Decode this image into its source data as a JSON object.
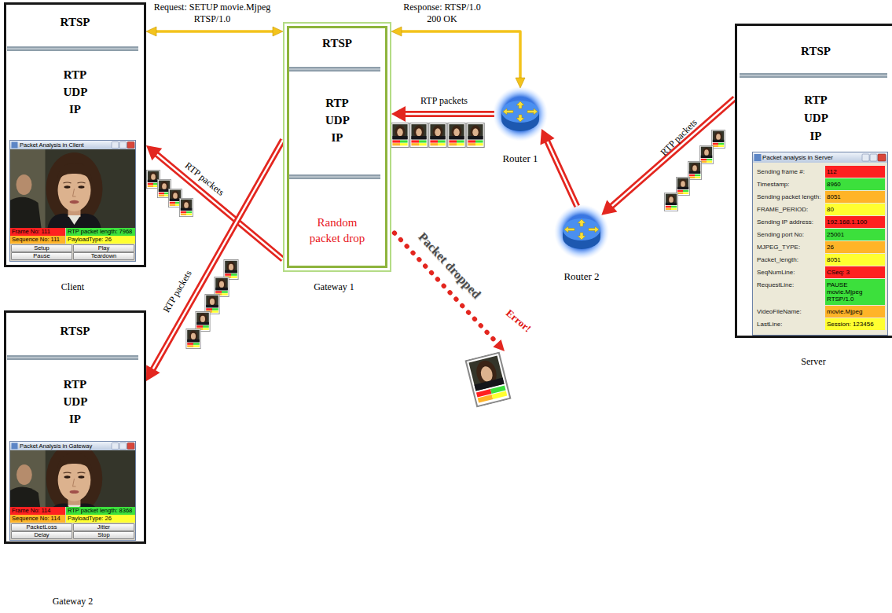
{
  "diagram": {
    "nodes": [
      {
        "text": [
          "RTSP",
          "RTP UDP IP",
          "Client"
        ]
      },
      {
        "text": [
          "Packet Analysis in Client"
        ],
        "in": 0
      },
      {
        "text": [
          "Setup"
        ],
        "in": 1
      },
      {
        "text": [
          "Play"
        ],
        "in": 1
      },
      {
        "text": [
          "Pause"
        ],
        "in": 1
      },
      {
        "text": [
          "Teardown"
        ],
        "in": 1
      },
      {
        "text": [
          "RTSP",
          "RTP UDP IP",
          "Random packet drop",
          "Gateway 1"
        ]
      },
      {
        "text": [
          "Router 1"
        ]
      },
      {
        "text": [
          "Router 2"
        ]
      },
      {
        "text": [
          "RTSP",
          "RTP UDP IP",
          "Server"
        ]
      },
      {
        "text": [
          "Packet analysis in Server"
        ],
        "in": 9
      },
      {
        "text": [
          "RTSP",
          "RTP UDP IP",
          "Gateway 2"
        ]
      },
      {
        "text": [
          "Packet Analysis in Gateway"
        ],
        "in": 11
      },
      {
        "text": [
          "PacketLoss"
        ],
        "in": 12
      },
      {
        "text": [
          "Jitter"
        ],
        "in": 12
      },
      {
        "text": [
          "Delay"
        ],
        "in": 12
      },
      {
        "text": [
          "Stop"
        ],
        "in": 12
      }
    ],
    "edges": [
      {
        "from": 0,
        "to": 6,
        "arrow": "both",
        "label": "Request: SETUP movie.Mjpeg RTSP/1.0"
      },
      {
        "from": 6,
        "to": 7,
        "arrow": "both",
        "label": "Response: RTSP/1.0 200 OK"
      },
      {
        "from": 7,
        "to": 6,
        "arrow": "to",
        "label": "RTP packets"
      },
      {
        "from": 8,
        "to": 7,
        "arrow": "to"
      },
      {
        "from": 9,
        "to": 8,
        "arrow": "to",
        "label": "RTP packets"
      },
      {
        "from": 6,
        "to": 0,
        "arrow": "to",
        "label": "RTP packets"
      },
      {
        "from": 6,
        "to": 11,
        "arrow": "to",
        "label": "RTP packets"
      }
    ],
    "labels": [
      "Frame No: 111",
      "RTP packet length: 7968",
      "Sequence No: 111",
      "PayloadType: 26",
      "Frame No: 114",
      "RTP packet length: 8368",
      "Sequence No: 114",
      "PayloadType: 26",
      "Sending frame #:",
      "112",
      "Timestamp:",
      "8960",
      "Sending packet length:",
      "8051",
      "FRAME_PERIOD:",
      "80",
      "Sending IP address:",
      "192.168.1.100",
      "Sending port No:",
      "25001",
      "MJPEG_TYPE:",
      "26",
      "Packet_length:",
      "8051",
      "SeqNumLine:",
      "CSeq: 3",
      "RequestLine:",
      "PAUSE movie.Mjpeg RTSP/1.0",
      "VideoFileName:",
      "movie.Mjpeg",
      "LastLine:",
      "Session: 123456",
      "Packet dropped",
      "Error!"
    ]
  }
}
